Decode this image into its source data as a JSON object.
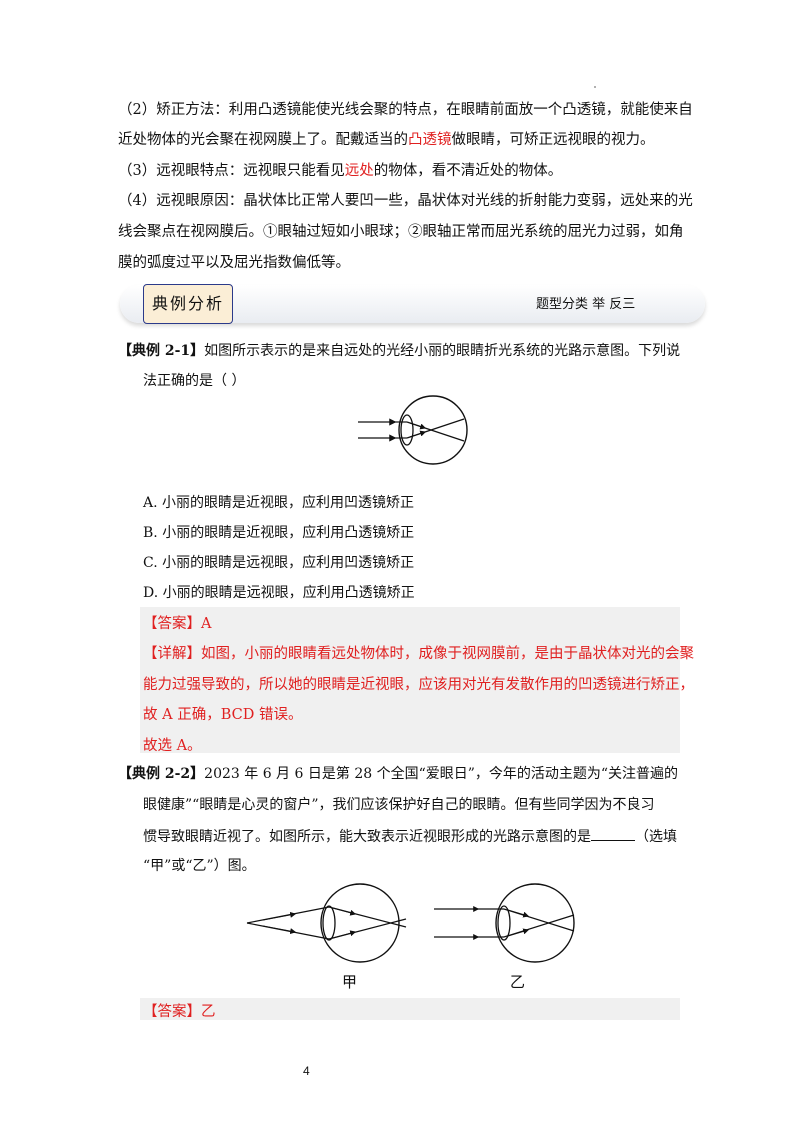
{
  "intro": {
    "p2a_prefix": "（2）矫正方法：利用凸透镜能使光线会聚的特点，在眼睛前面放一个凸透镜，就能使来自",
    "p2b_prefix": "近处物体的光会聚在视网膜上了。配戴适当的",
    "p2b_red": "凸透镜",
    "p2b_suffix": "做眼睛，可矫正远视眼的视力。",
    "p3_prefix": "（3）远视眼特点：远视眼只能看见",
    "p3_red": "远处",
    "p3_suffix": "的物体，看不清近处的物体。",
    "p4a": "（4）远视眼原因：晶状体比正常人要凹一些，晶状体对光线的折射能力变弱，远处来的光",
    "p4b": "线会聚点在视网膜后。①眼轴过短如小眼球；②眼轴正常而屈光系统的屈光力过弱，如角",
    "p4c": "膜的弧度过平以及屈光指数偏低等。"
  },
  "banner": {
    "tab_label": "典例分析",
    "right_label": "题型分类  举  反三"
  },
  "example1": {
    "label": "【典例 2-1】",
    "text1": "如图所示表示的是来自远处的光经小丽的眼睛折光系统的光路示意图。下列说",
    "text2": "法正确的是（      ）",
    "options": [
      "A.  小丽的眼睛是近视眼，应利用凹透镜矫正",
      "B.  小丽的眼睛是近视眼，应利用凸透镜矫正",
      "C.  小丽的眼睛是远视眼，应利用凹透镜矫正",
      "D.  小丽的眼睛是远视眼，应利用凸透镜矫正"
    ],
    "answer": "【答案】A",
    "detail_label": "【详解】",
    "detail1": "如图，小丽的眼睛看远处物体时，成像于视网膜前，是由于晶状体对光的会聚",
    "detail2": "能力过强导致的，所以她的眼睛是近视眼，应该用对光有发散作用的凹透镜进行矫正，",
    "detail3": "故 A 正确，BCD 错误。",
    "detail4": "故选 A。"
  },
  "example2": {
    "label": "【典例 2-2】",
    "text1": "2023 年 6 月 6 日是第 28 个全国“爱眼日”，今年的活动主题为“关注普遍的",
    "text2": "眼健康”“眼睛是心灵的窗户”，我们应该保护好自己的眼睛。但有些同学因为不良习",
    "text3": "惯导致眼睛近视了。如图所示，能大致表示近视眼形成的光路示意图的是",
    "text3_suffix": "（选填",
    "text4": "“甲”或“乙”）图。",
    "caption_left": "甲",
    "caption_right": "乙",
    "answer": "【答案】乙"
  },
  "footer": {
    "page_number": "4"
  }
}
